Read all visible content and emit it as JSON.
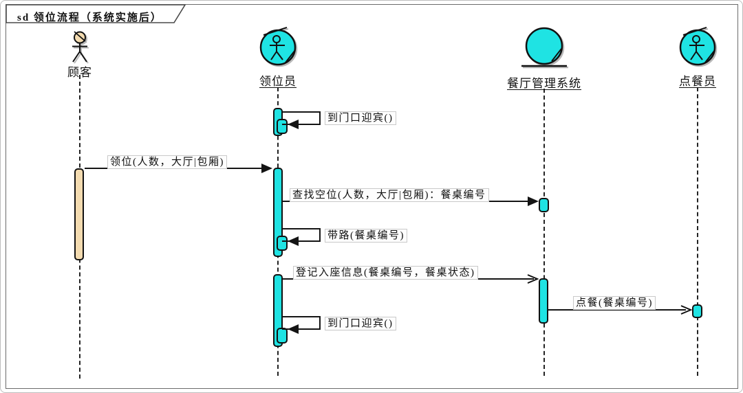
{
  "frame": {
    "title": "sd 领位流程（系统实施后）"
  },
  "lifelines": [
    {
      "name": "顾客",
      "type": "actor",
      "icon": "actor-icon"
    },
    {
      "name": "领位员",
      "type": "agent",
      "icon": "agent-icon"
    },
    {
      "name": "餐厅管理系统",
      "type": "entity",
      "icon": "entity-icon"
    },
    {
      "name": "点餐员",
      "type": "agent",
      "icon": "agent-icon"
    }
  ],
  "messages": [
    {
      "label": "到门口迎宾()",
      "from": "领位员",
      "to": "领位员",
      "kind": "self",
      "arrow": "sync"
    },
    {
      "label": "领位(人数，大厅|包厢)",
      "from": "顾客",
      "to": "领位员",
      "kind": "call",
      "arrow": "sync"
    },
    {
      "label": "查找空位(人数，大厅|包厢)：餐桌编号",
      "from": "领位员",
      "to": "餐厅管理系统",
      "kind": "call",
      "arrow": "sync"
    },
    {
      "label": "带路(餐桌编号)",
      "from": "领位员",
      "to": "领位员",
      "kind": "self",
      "arrow": "sync"
    },
    {
      "label": "登记入座信息(餐桌编号，餐桌状态)",
      "from": "领位员",
      "to": "餐厅管理系统",
      "kind": "call",
      "arrow": "async"
    },
    {
      "label": "点餐(餐桌编号)",
      "from": "餐厅管理系统",
      "to": "点餐员",
      "kind": "call",
      "arrow": "async"
    },
    {
      "label": "到门口迎宾()",
      "from": "领位员",
      "to": "领位员",
      "kind": "self",
      "arrow": "sync"
    }
  ],
  "colors": {
    "activation_cyan": "#1FE3E3",
    "actor_fill": "#F3DBB0",
    "line": "#141414",
    "label_border": "#c9c9c9"
  }
}
